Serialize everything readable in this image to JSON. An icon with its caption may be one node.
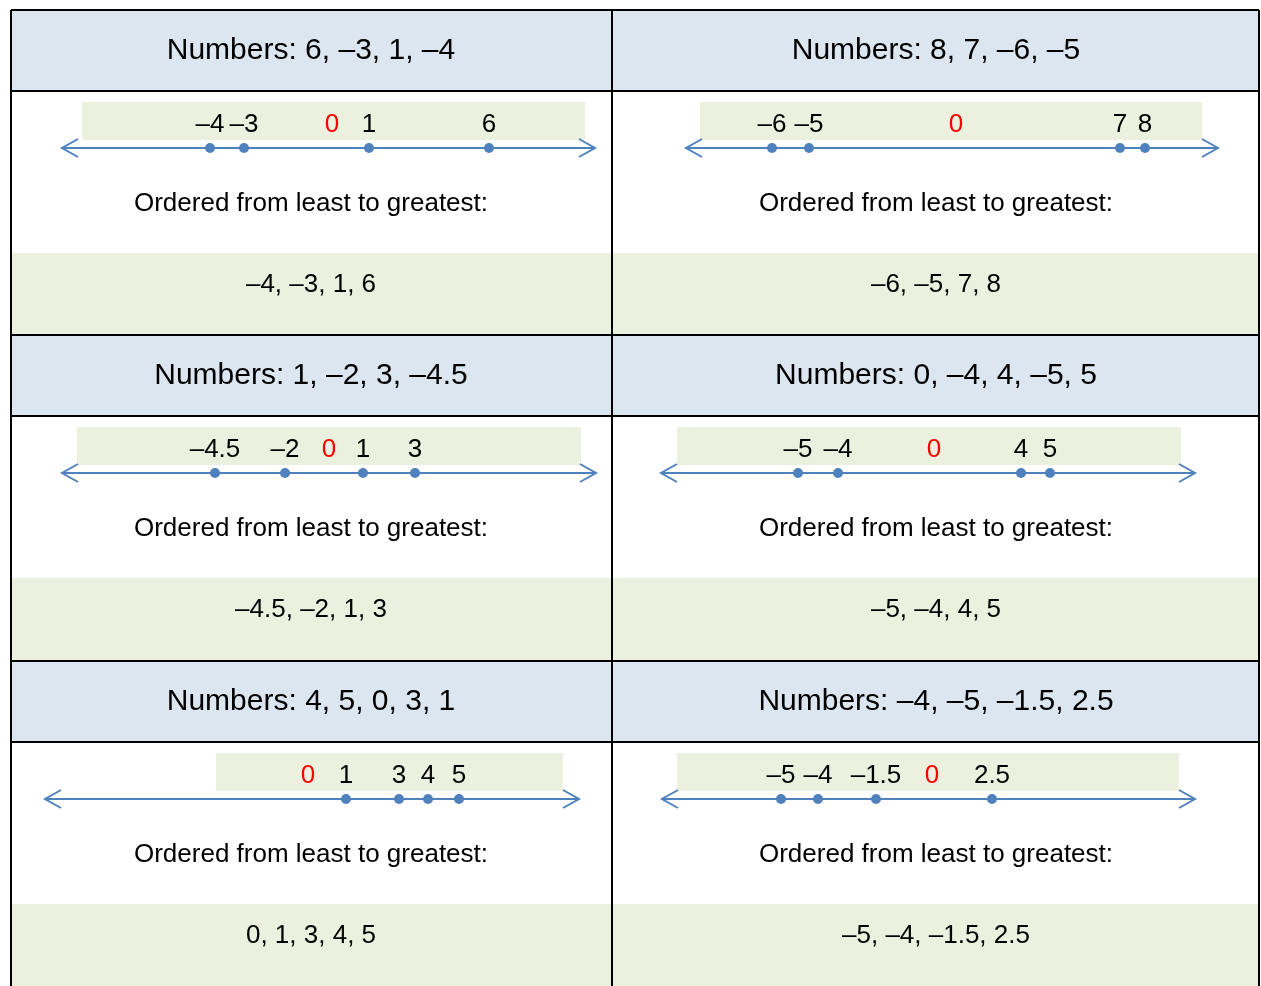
{
  "diagram": {
    "labels": [
      "Numbers:  6, –3, 1, –4",
      "Numbers:  8, 7, –6, –5",
      "–4",
      "–3",
      "0",
      "1",
      "6",
      "–6",
      "–5",
      "0",
      "7",
      "8",
      "Ordered from least to greatest:",
      "Ordered from least to greatest:",
      "–4, –3, 1, 6",
      "–6, –5, 7, 8",
      "Numbers:  1, –2, 3, –4.5",
      "Numbers:  0, –4, 4, –5, 5",
      "–4.5",
      "–2",
      "0",
      "1",
      "3",
      "–5",
      "–4",
      "0",
      "4",
      "5",
      "Ordered from least to greatest:",
      "Ordered from least to greatest:",
      "–4.5, –2, 1, 3",
      "–5, –4, 4, 5",
      "Numbers:  4, 5, 0, 3, 1",
      "Numbers: –4, –5, –1.5, 2.5",
      "0",
      "1",
      "3",
      "4",
      "5",
      "–5",
      "–4",
      "–1.5",
      "0",
      "2.5",
      "Ordered from least to greatest:",
      "Ordered from least to greatest:",
      "0, 1, 3, 4, 5",
      "–5, –4, –1.5, 2.5"
    ]
  }
}
